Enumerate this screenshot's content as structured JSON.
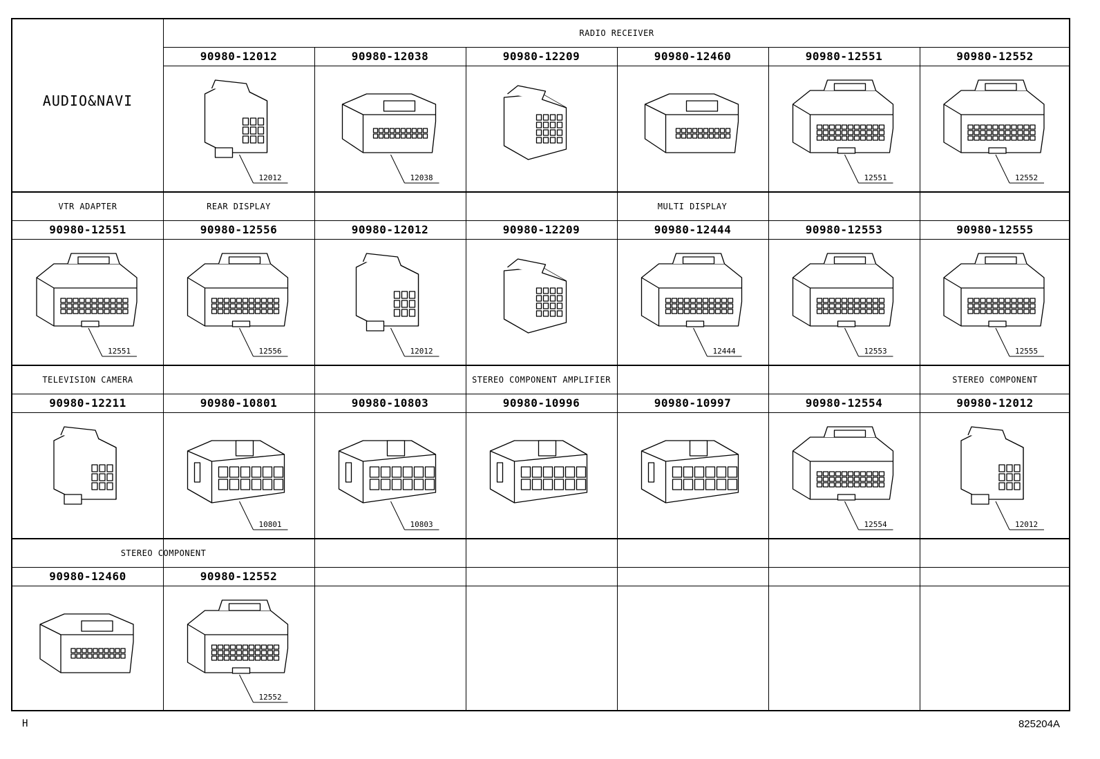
{
  "section_title": "AUDIO&NAVI",
  "groups": [
    {
      "label": "RADIO RECEIVER"
    },
    {
      "label": "VTR ADAPTER"
    },
    {
      "label": "REAR DISPLAY"
    },
    {
      "label": "MULTI DISPLAY"
    },
    {
      "label": "TELEVISION CAMERA"
    },
    {
      "label": "STEREO COMPONENT AMPLIFIER"
    },
    {
      "label": "STEREO COMPONENT"
    },
    {
      "label": "STEREO COMPONENT"
    }
  ],
  "block1": [
    {
      "part": "90980-12012",
      "callout": "12012",
      "icon": "connector-12012-drawing"
    },
    {
      "part": "90980-12038",
      "callout": "12038",
      "icon": "connector-12038-drawing"
    },
    {
      "part": "90980-12209",
      "callout": "",
      "icon": "connector-12209-drawing"
    },
    {
      "part": "90980-12460",
      "callout": "",
      "icon": "connector-12460-drawing"
    },
    {
      "part": "90980-12551",
      "callout": "12551",
      "icon": "connector-12551-drawing"
    },
    {
      "part": "90980-12552",
      "callout": "12552",
      "icon": "connector-12552-drawing"
    }
  ],
  "block2": [
    {
      "part": "90980-12551",
      "callout": "12551",
      "icon": "connector-12551-drawing"
    },
    {
      "part": "90980-12556",
      "callout": "12556",
      "icon": "connector-12556-drawing"
    },
    {
      "part": "90980-12012",
      "callout": "12012",
      "icon": "connector-12012-drawing"
    },
    {
      "part": "90980-12209",
      "callout": "",
      "icon": "connector-12209-drawing"
    },
    {
      "part": "90980-12444",
      "callout": "12444",
      "icon": "connector-12444-drawing"
    },
    {
      "part": "90980-12553",
      "callout": "12553",
      "icon": "connector-12553-drawing"
    },
    {
      "part": "90980-12555",
      "callout": "12555",
      "icon": "connector-12555-drawing"
    }
  ],
  "block3": [
    {
      "part": "90980-12211",
      "callout": "",
      "icon": "connector-12211-drawing"
    },
    {
      "part": "90980-10801",
      "callout": "10801",
      "icon": "connector-10801-drawing"
    },
    {
      "part": "90980-10803",
      "callout": "10803",
      "icon": "connector-10803-drawing"
    },
    {
      "part": "90980-10996",
      "callout": "",
      "icon": "connector-10996-drawing"
    },
    {
      "part": "90980-10997",
      "callout": "",
      "icon": "connector-10997-drawing"
    },
    {
      "part": "90980-12554",
      "callout": "12554",
      "icon": "connector-12554-drawing"
    },
    {
      "part": "90980-12012",
      "callout": "12012",
      "icon": "connector-12012-drawing"
    }
  ],
  "block4": [
    {
      "part": "90980-12460",
      "callout": "",
      "icon": "connector-12460-drawing"
    },
    {
      "part": "90980-12552",
      "callout": "12552",
      "icon": "connector-12552-drawing"
    }
  ],
  "footer": {
    "left_mark": "H",
    "figure_id": "825204A"
  }
}
